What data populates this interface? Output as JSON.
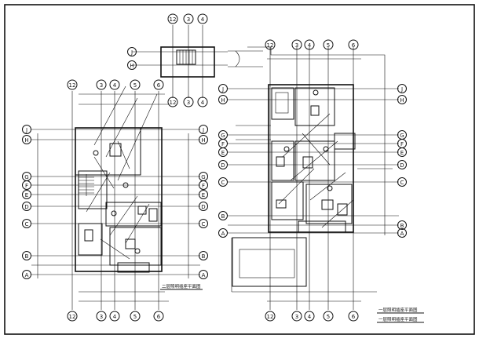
{
  "drawing": {
    "left_plan": {
      "title": "二层照明插座平面图",
      "top_axes": [
        "12",
        "3",
        "4",
        "5",
        "6"
      ],
      "bottom_axes": [
        "12",
        "3",
        "4",
        "5",
        "6"
      ],
      "left_axes": [
        "J",
        "H",
        "G",
        "F",
        "E",
        "D",
        "C",
        "B",
        "A"
      ],
      "right_axes": [
        "J",
        "H",
        "G",
        "F",
        "E",
        "D",
        "C",
        "B",
        "A"
      ]
    },
    "stair_plan": {
      "top_axes": [
        "12",
        "3",
        "4"
      ],
      "bottom_axes": [
        "12",
        "3",
        "4"
      ],
      "left_axes": [
        "J",
        "H"
      ]
    },
    "right_plan": {
      "top_axes": [
        "12",
        "3",
        "4",
        "5",
        "6"
      ],
      "bottom_axes": [
        "12",
        "3",
        "4",
        "5",
        "6"
      ],
      "left_axes": [
        "J",
        "H",
        "G",
        "F",
        "E",
        "D",
        "C",
        "B",
        "A"
      ],
      "right_axes": [
        "J",
        "H",
        "G",
        "F",
        "E",
        "D",
        "C",
        "B",
        "A"
      ]
    },
    "legend": {
      "line1": "一层照明插座平面图",
      "line2": "一层照明插座平面图"
    }
  }
}
